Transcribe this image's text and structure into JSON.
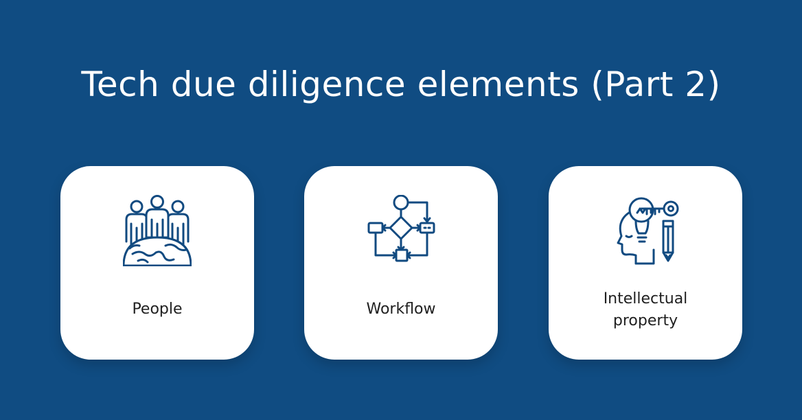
{
  "page": {
    "title": "Tech due diligence elements (Part 2)",
    "background_color": "#104c82",
    "card_color": "#ffffff",
    "icon_color": "#114a80"
  },
  "cards": [
    {
      "label": "People",
      "icon": "people-globe-icon"
    },
    {
      "label": "Workflow",
      "icon": "flowchart-icon"
    },
    {
      "label_lines": [
        "Intellectual",
        "property"
      ],
      "icon": "head-lightbulb-key-icon"
    }
  ]
}
